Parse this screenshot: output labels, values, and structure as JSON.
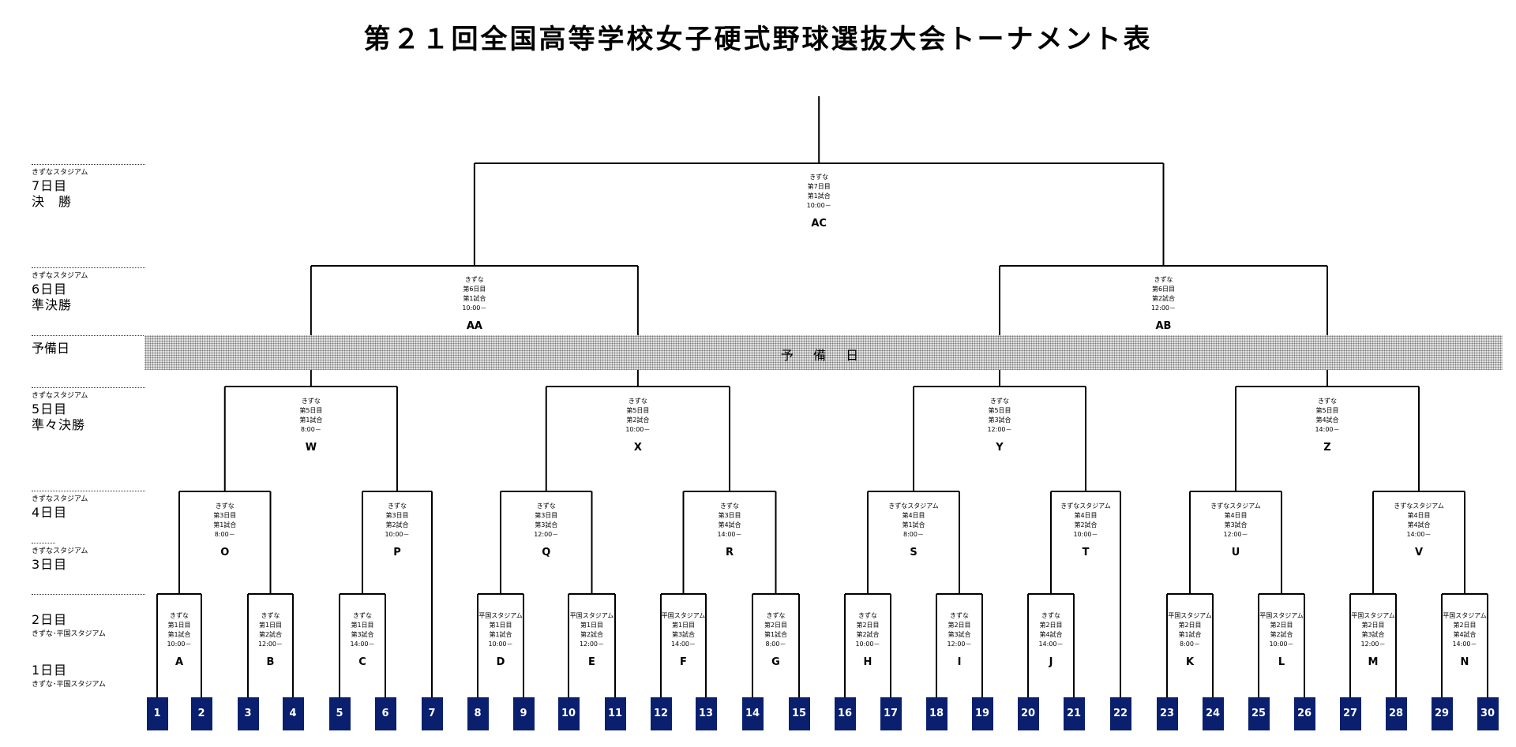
{
  "title": "第２１回全国高等学校女子硬式野球選抜大会トーナメント表",
  "rounds": {
    "final": {
      "venue": "きずなスタジアム",
      "day": "7日目",
      "stage": "決　勝"
    },
    "semi": {
      "venue": "きずなスタジアム",
      "day": "6日目",
      "stage": "準決勝"
    },
    "reserve": "予備日",
    "quarter": {
      "venue": "きずなスタジアム",
      "day": "5日目",
      "stage": "準々決勝"
    },
    "day4": {
      "venue": "きずなスタジアム",
      "day": "4日目"
    },
    "day3": {
      "venue": "きずなスタジアム",
      "day": "3日目"
    },
    "day2": {
      "day": "2日目",
      "venue": "きずな･平国スタジアム"
    },
    "day1": {
      "day": "1日目",
      "venue": "きずな･平国スタジアム"
    }
  },
  "reserve_band_label": "予 備 日",
  "games": {
    "A": {
      "venue": "きずな",
      "day": "第1日目",
      "slot": "第1試合",
      "time": "10:00－",
      "label": "A"
    },
    "B": {
      "venue": "きずな",
      "day": "第1日目",
      "slot": "第2試合",
      "time": "12:00－",
      "label": "B"
    },
    "C": {
      "venue": "きずな",
      "day": "第1日目",
      "slot": "第3試合",
      "time": "14:00－",
      "label": "C"
    },
    "D": {
      "venue": "平国スタジアム",
      "day": "第1日目",
      "slot": "第1試合",
      "time": "10:00－",
      "label": "D"
    },
    "E": {
      "venue": "平国スタジアム",
      "day": "第1日目",
      "slot": "第2試合",
      "time": "12:00－",
      "label": "E"
    },
    "F": {
      "venue": "平国スタジアム",
      "day": "第1日目",
      "slot": "第3試合",
      "time": "14:00－",
      "label": "F"
    },
    "G": {
      "venue": "きずな",
      "day": "第2日目",
      "slot": "第1試合",
      "time": "8:00－",
      "label": "G"
    },
    "H": {
      "venue": "きずな",
      "day": "第2日目",
      "slot": "第2試合",
      "time": "10:00－",
      "label": "H"
    },
    "I": {
      "venue": "きずな",
      "day": "第2日目",
      "slot": "第3試合",
      "time": "12:00－",
      "label": "I"
    },
    "J": {
      "venue": "きずな",
      "day": "第2日目",
      "slot": "第4試合",
      "time": "14:00－",
      "label": "J"
    },
    "K": {
      "venue": "平国スタジアム",
      "day": "第2日目",
      "slot": "第1試合",
      "time": "8:00－",
      "label": "K"
    },
    "L": {
      "venue": "平国スタジアム",
      "day": "第2日目",
      "slot": "第2試合",
      "time": "10:00－",
      "label": "L"
    },
    "M": {
      "venue": "平国スタジアム",
      "day": "第2日目",
      "slot": "第3試合",
      "time": "12:00－",
      "label": "M"
    },
    "N": {
      "venue": "平国スタジアム",
      "day": "第2日目",
      "slot": "第4試合",
      "time": "14:00－",
      "label": "N"
    },
    "O": {
      "venue": "きずな",
      "day": "第3日目",
      "slot": "第1試合",
      "time": "8:00－",
      "label": "O"
    },
    "P": {
      "venue": "きずな",
      "day": "第3日目",
      "slot": "第2試合",
      "time": "10:00－",
      "label": "P"
    },
    "Q": {
      "venue": "きずな",
      "day": "第3日目",
      "slot": "第3試合",
      "time": "12:00－",
      "label": "Q"
    },
    "R": {
      "venue": "きずな",
      "day": "第3日目",
      "slot": "第4試合",
      "time": "14:00－",
      "label": "R"
    },
    "S": {
      "venue": "きずなスタジアム",
      "day": "第4日目",
      "slot": "第1試合",
      "time": "8:00－",
      "label": "S"
    },
    "T": {
      "venue": "きずなスタジアム",
      "day": "第4日目",
      "slot": "第2試合",
      "time": "10:00－",
      "label": "T"
    },
    "U": {
      "venue": "きずなスタジアム",
      "day": "第4日目",
      "slot": "第3試合",
      "time": "12:00－",
      "label": "U"
    },
    "V": {
      "venue": "きずなスタジアム",
      "day": "第4日目",
      "slot": "第4試合",
      "time": "14:00－",
      "label": "V"
    },
    "W": {
      "venue": "きずな",
      "day": "第5日目",
      "slot": "第1試合",
      "time": "8:00－",
      "label": "W"
    },
    "X": {
      "venue": "きずな",
      "day": "第5日目",
      "slot": "第2試合",
      "time": "10:00－",
      "label": "X"
    },
    "Y": {
      "venue": "きずな",
      "day": "第5日目",
      "slot": "第3試合",
      "time": "12:00－",
      "label": "Y"
    },
    "Z": {
      "venue": "きずな",
      "day": "第5日目",
      "slot": "第4試合",
      "time": "14:00－",
      "label": "Z"
    },
    "AA": {
      "venue": "きずな",
      "day": "第6日目",
      "slot": "第1試合",
      "time": "10:00－",
      "label": "AA"
    },
    "AB": {
      "venue": "きずな",
      "day": "第6日目",
      "slot": "第2試合",
      "time": "12:00－",
      "label": "AB"
    },
    "AC": {
      "venue": "きずな",
      "day": "第7日目",
      "slot": "第1試合",
      "time": "10:00－",
      "label": "AC"
    }
  },
  "seeds": [
    "1",
    "2",
    "3",
    "4",
    "5",
    "6",
    "7",
    "8",
    "9",
    "10",
    "11",
    "12",
    "13",
    "14",
    "15",
    "16",
    "17",
    "18",
    "19",
    "20",
    "21",
    "22",
    "23",
    "24",
    "25",
    "26",
    "27",
    "28",
    "29",
    "30"
  ]
}
